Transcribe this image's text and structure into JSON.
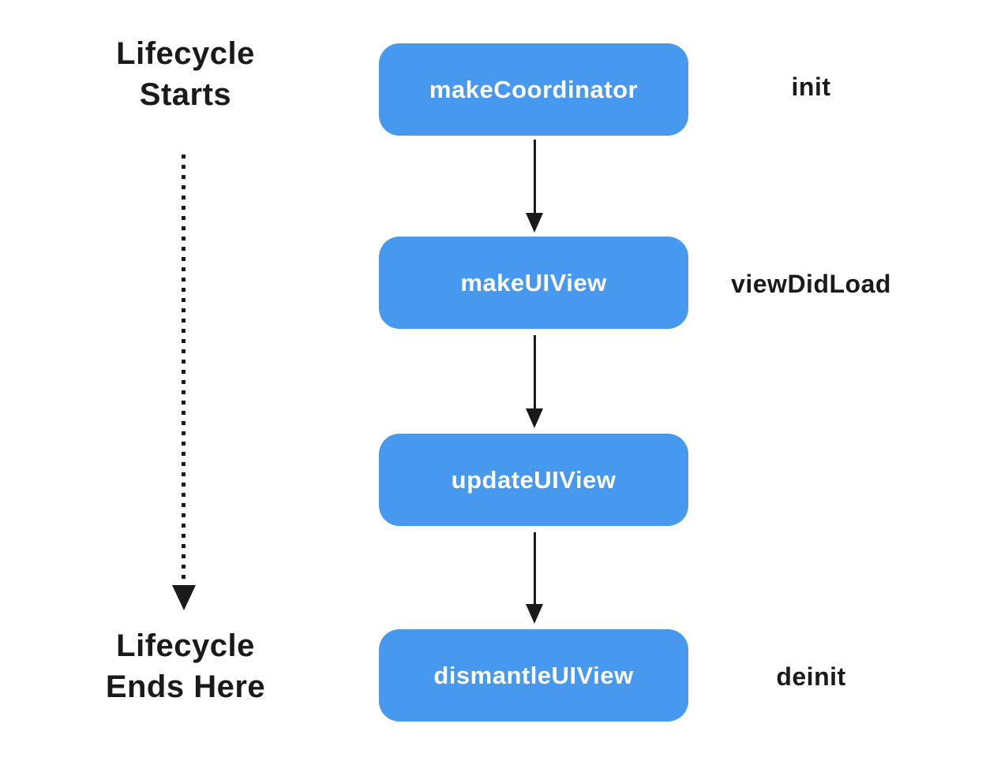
{
  "diagram": {
    "type": "flowchart",
    "subject": "UIViewRepresentable lifecycle"
  },
  "colors": {
    "node_fill": "#4799f0",
    "node_text": "#ffffff",
    "label_text": "#1a1a1a",
    "arrow": "#1a1a1a",
    "background": "#ffffff"
  },
  "left_column": {
    "start_line1": "Lifecycle",
    "start_line2": "Starts",
    "end_line1": "Lifecycle",
    "end_line2": "Ends Here"
  },
  "flow": {
    "nodes": [
      {
        "label": "makeCoordinator",
        "annotation": "init"
      },
      {
        "label": "makeUIView",
        "annotation": "viewDidLoad"
      },
      {
        "label": "updateUIView"
      },
      {
        "label": "dismantleUIView",
        "annotation": "deinit"
      }
    ]
  }
}
